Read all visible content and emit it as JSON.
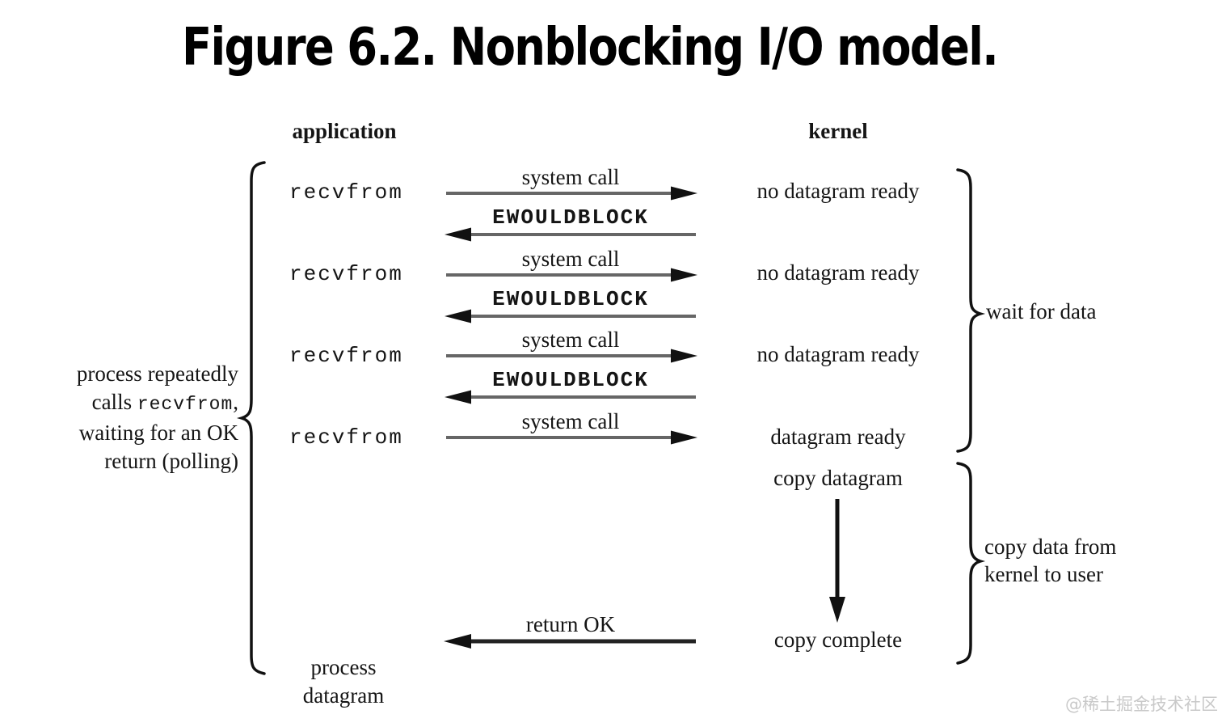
{
  "title": "Figure 6.2. Nonblocking I/O model.",
  "columns": {
    "application": "application",
    "kernel": "kernel"
  },
  "left_note": {
    "line1": "process repeatedly",
    "line2_prefix": "calls ",
    "line2_code": "recvfrom",
    "line2_suffix": ",",
    "line3": "waiting for an OK",
    "line4": "return (polling)"
  },
  "calls": [
    {
      "app": "recvfrom",
      "request": "system call",
      "response": "EWOULDBLOCK",
      "kernel": "no datagram ready"
    },
    {
      "app": "recvfrom",
      "request": "system call",
      "response": "EWOULDBLOCK",
      "kernel": "no datagram ready"
    },
    {
      "app": "recvfrom",
      "request": "system call",
      "response": "EWOULDBLOCK",
      "kernel": "no datagram ready"
    },
    {
      "app": "recvfrom",
      "request": "system call",
      "kernel": "datagram ready"
    }
  ],
  "kernel_steps": {
    "copy": "copy datagram",
    "complete": "copy complete"
  },
  "final": {
    "return_label": "return OK",
    "process_line1": "process",
    "process_line2": "datagram"
  },
  "brace_labels": {
    "wait": "wait for data",
    "copy_line1": "copy data from",
    "copy_line2": "kernel to user"
  },
  "watermark": "@稀土掘金技术社区",
  "colors": {
    "arrow_line": "#666666",
    "arrow_head": "#111111",
    "brace": "#111111",
    "dark_line": "#222222"
  }
}
